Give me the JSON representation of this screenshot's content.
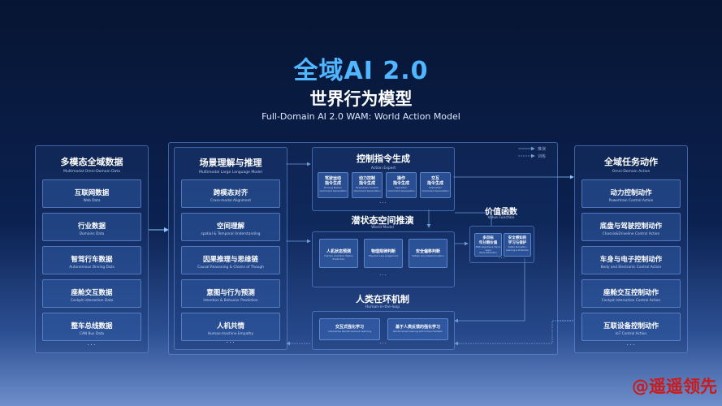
{
  "header": {
    "title": "全域AI 2.0",
    "subtitle": "世界行为模型",
    "tagline": "Full-Domain AI 2.0  WAM: World Action Model"
  },
  "legend": {
    "arrow1": "推演",
    "arrow2": "训练"
  },
  "left_panel": {
    "title": "多模态全域数据",
    "sub": "Multimodal Omni-Domain Data",
    "items": [
      {
        "t": "互联网数据",
        "s": "Web Data"
      },
      {
        "t": "行业数据",
        "s": "Domains Data"
      },
      {
        "t": "智驾行车数据",
        "s": "Autonomous Driving Data"
      },
      {
        "t": "座舱交互数据",
        "s": "Cockpit interaction Data"
      },
      {
        "t": "整车总线数据",
        "s": "CAN Bus Data"
      }
    ],
    "more": "..."
  },
  "mid_panel": {
    "title": "场景理解与推理",
    "sub": "Multimodal Large Language Model",
    "items": [
      {
        "t": "跨模态对齐",
        "s": "Cross-modal Alignment"
      },
      {
        "t": "空间理解",
        "s": "spatial & Temporal Understanding"
      },
      {
        "t": "因果推理与思维链",
        "s": "Causal Reasoning & Chains of Though"
      },
      {
        "t": "意图与行为预测",
        "s": "Intention & Behavior Prediction"
      },
      {
        "t": "人机共情",
        "s": "Human-machine Empathy"
      }
    ],
    "more": "..."
  },
  "control": {
    "title": "控制指令生成",
    "sub": "Action Expert",
    "items": [
      {
        "t": "驾驶运动\n指令生成",
        "s": "Driving Motion\nCommand Generation"
      },
      {
        "t": "动力控制\n指令生成",
        "s": "Powertrain Control\nCommand Generation"
      },
      {
        "t": "操作\n指令生成",
        "s": "Operation\nCommand Generation"
      },
      {
        "t": "交互\n指令生成",
        "s": "Interaction\nCommand Generation"
      }
    ],
    "more": "..."
  },
  "latent": {
    "title": "潜状态空间推演",
    "sub": "World Model",
    "items": [
      {
        "t": "人机状态预测",
        "s": "Human-machine Status Prediction"
      },
      {
        "t": "物理规律判断",
        "s": "Physical Law Judgement"
      },
      {
        "t": "安全偏移判断",
        "s": "Safety Line Determination"
      }
    ],
    "more": "..."
  },
  "value": {
    "title": "价值函数",
    "sub": "Value Function",
    "items": [
      {
        "t": "多目标\n年分期价值",
        "s": "Multi-objective & Trend-Level\nValue Estimation"
      },
      {
        "t": "安全感知的\n学习与保护",
        "s": "Safety Perception\nLearning & Protection"
      }
    ],
    "more": "..."
  },
  "hitl": {
    "title": "人类在环机制",
    "sub": "Human-in-the-loop",
    "items": [
      {
        "t": "交互式强化学习",
        "s": "Interactive Reinforcement Learning"
      },
      {
        "t": "基于人类反馈的强化学习",
        "s": "Reinforcement Learning with Human Feedback"
      }
    ],
    "more": "..."
  },
  "right_panel": {
    "title": "全域任务动作",
    "sub": "Omni-Domain Action",
    "items": [
      {
        "t": "动力控制动作",
        "s": "Powertrain Control Action"
      },
      {
        "t": "底盘与驾驶控制动作",
        "s": "Chassis&Driveline Control Action"
      },
      {
        "t": "车身与电子控制动作",
        "s": "Body and Electronic Control Action"
      },
      {
        "t": "座舱交互控制动作",
        "s": "Cockpit Interaction Control Action"
      },
      {
        "t": "互联设备控制动作",
        "s": "IoT Control Action"
      }
    ],
    "more": "..."
  },
  "watermark": "@遥遥领先",
  "colors": {
    "title": "#4fb6ff",
    "arrow": "#6fb3ff",
    "watermark": "#cc1a1a"
  }
}
